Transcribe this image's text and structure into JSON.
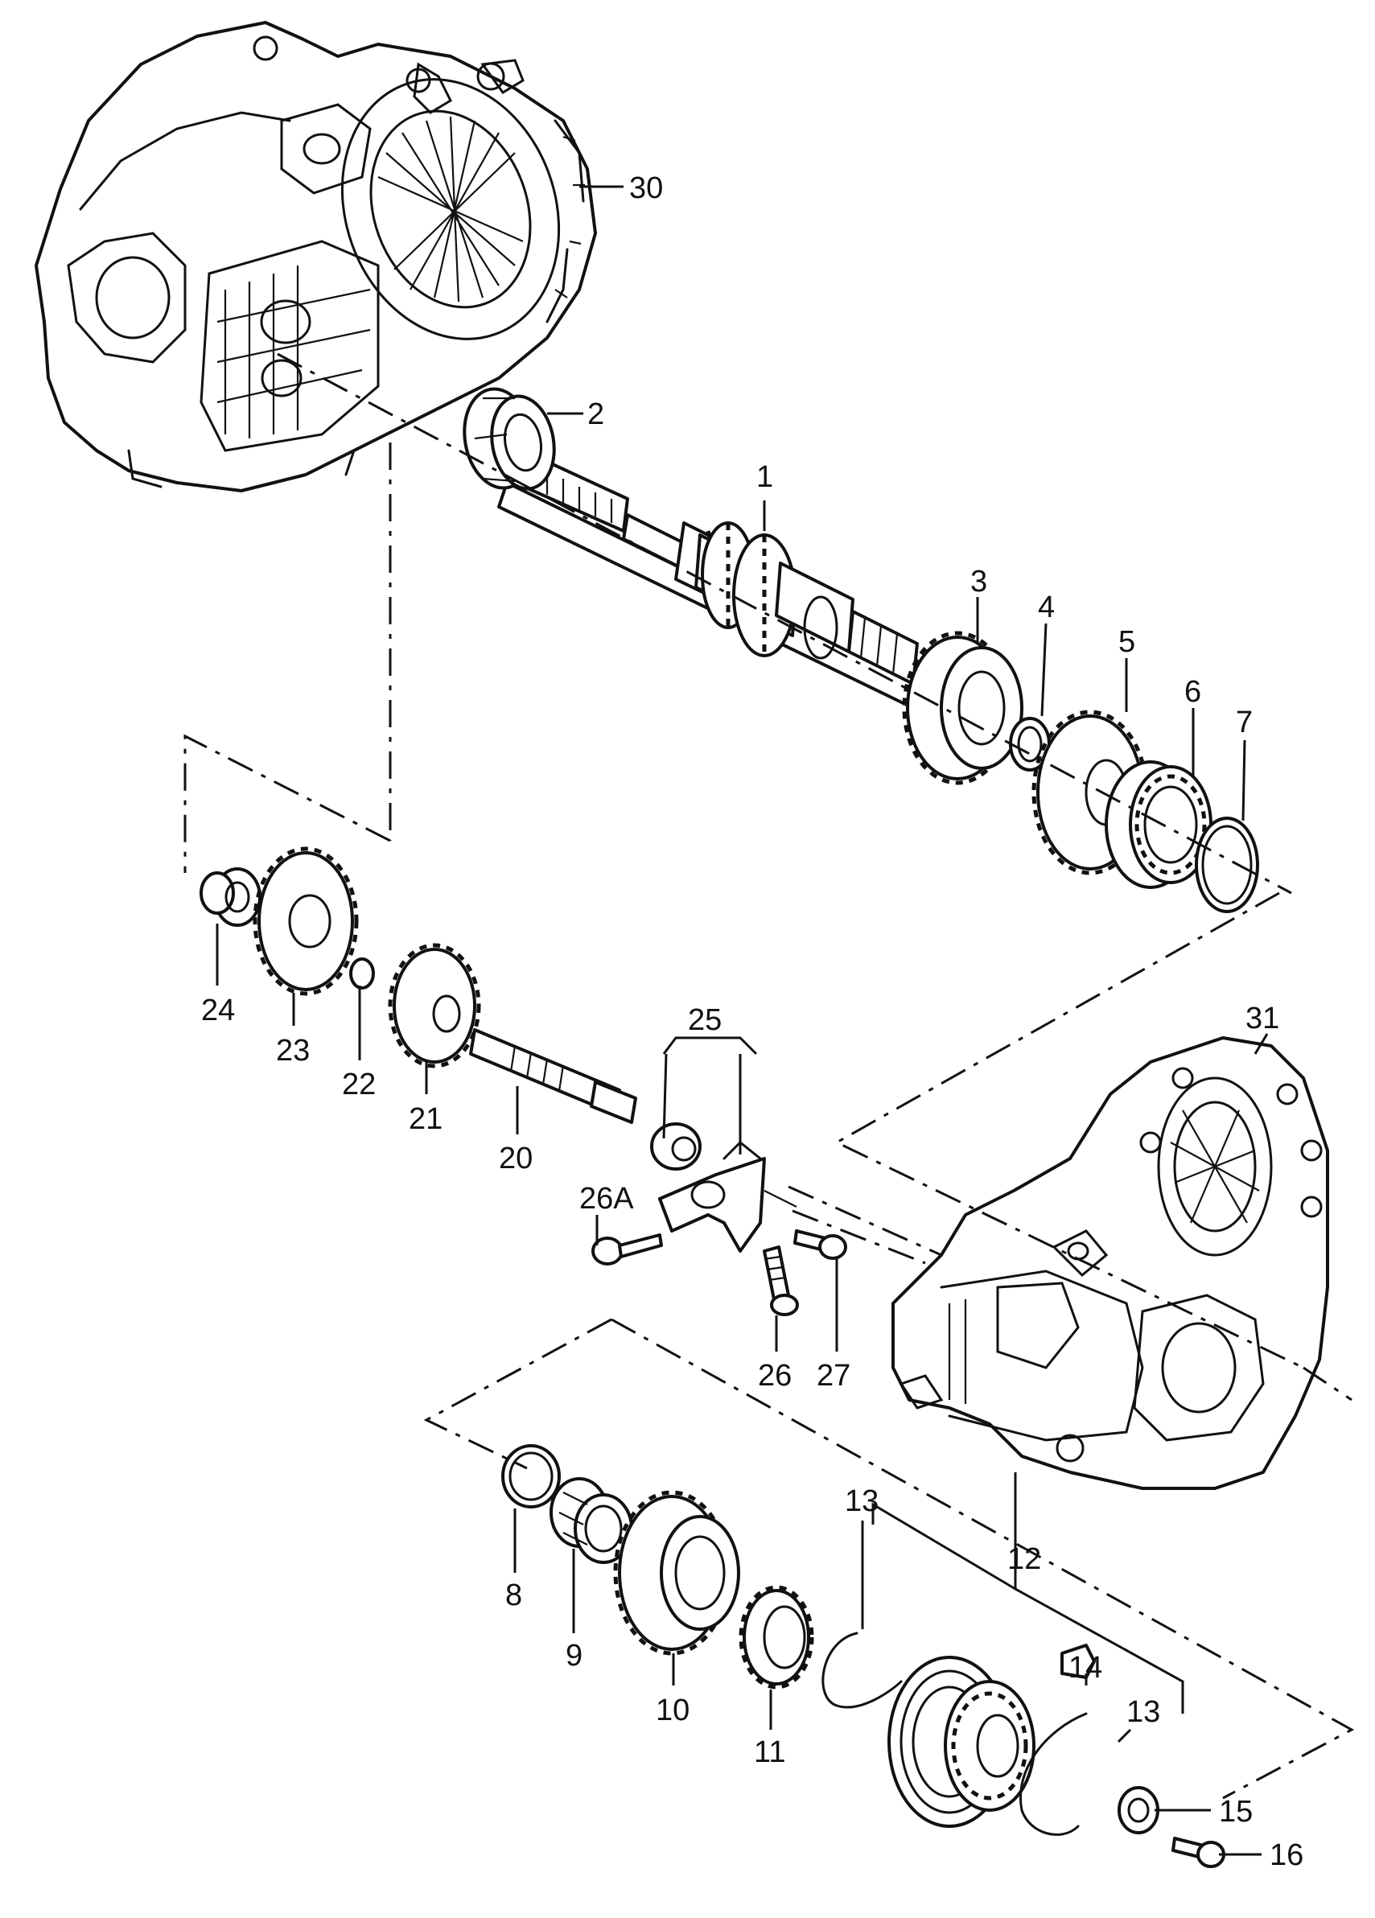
{
  "callouts": {
    "c1": "1",
    "c2": "2",
    "c3": "3",
    "c4": "4",
    "c5": "5",
    "c6": "6",
    "c7": "7",
    "c8": "8",
    "c9": "9",
    "c10": "10",
    "c11": "11",
    "c12": "12",
    "c13a": "13",
    "c13b": "13",
    "c14": "14",
    "c15": "15",
    "c16": "16",
    "c20": "20",
    "c21": "21",
    "c22": "22",
    "c23": "23",
    "c24": "24",
    "c25": "25",
    "c26": "26",
    "c26a": "26A",
    "c27": "27",
    "c30": "30",
    "c31": "31"
  }
}
